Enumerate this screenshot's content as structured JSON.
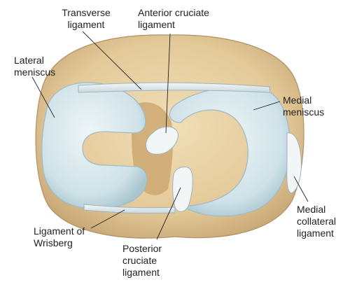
{
  "labels": {
    "transverse_ligament": "Transverse\nligament",
    "anterior_cruciate_ligament": "Anterior cruciate\nligament",
    "lateral_meniscus": "Lateral\nmeniscus",
    "medial_meniscus": "Medial\nmeniscus",
    "medial_collateral_ligament": "Medial\ncollateral\nligament",
    "ligament_of_wrisberg": "Ligament of\nWrisberg",
    "posterior_cruciate_ligament": "Posterior\ncruciate\nligament"
  },
  "colors": {
    "tibial_plateau": "#e8d3a8",
    "bone_shadow": "#c9a877",
    "meniscus": "#cfe2e8",
    "meniscus_edge": "#9fbcc7",
    "ligament": "#e4ecee",
    "leader_line": "#222222"
  }
}
